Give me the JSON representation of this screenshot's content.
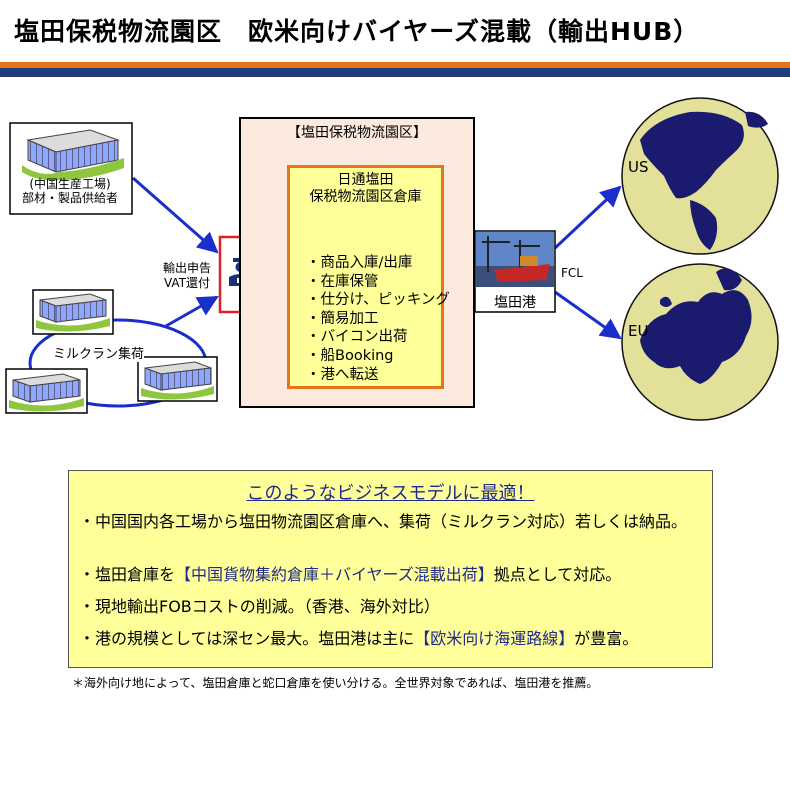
{
  "title": "塩田保税物流園区　欧米向けバイヤーズ混載（輸出HUB）",
  "factory": {
    "line1": "(中国生産工場)",
    "line2": "部材・製品供給者"
  },
  "milkrun_label": "ミルクラン集荷",
  "customs_label": {
    "line1": "輸出申告",
    "line2": "VAT還付"
  },
  "facility_title": "【塩田保税物流園区】",
  "warehouse": {
    "line1": "日通塩田",
    "line2": "保税物流園区倉庫",
    "services": [
      "・商品入庫/出庫",
      "・在庫保管",
      "・仕分け、ピッキング",
      "・簡易加工",
      "・バイコン出荷",
      "・船Booking",
      "・港へ転送"
    ]
  },
  "port_label": "塩田港",
  "fcl_label": "FCL",
  "destinations": {
    "us": "US",
    "eu": "EU"
  },
  "info": {
    "heading": "このようなビジネスモデルに最適！",
    "b1": "・中国国内各工場から塩田物流園区倉庫へ、集荷（ミルクラン対応）若しくは納品。",
    "b2_pre": "・塩田倉庫を",
    "b2_hl": "【中国貨物集約倉庫＋バイヤーズ混載出荷】",
    "b2_post": "拠点として対応。",
    "b3": "・現地輸出FOBコストの削減。（香港、海外対比）",
    "b4_pre": "・港の規模としては深セン最大。塩田港は主に",
    "b4_hl": "【欧米向け海運路線】",
    "b4_post": "が豊富。"
  },
  "footnote": "＊海外向け地によって、塩田倉庫と蛇口倉庫を使い分ける。全世界対象であれば、塩田港を推薦。",
  "colors": {
    "orange": "#e6741b",
    "navy": "#1f3d7a",
    "arrow": "#1a2ecc",
    "yellow": "#ffff99",
    "globe": "#e3e09a",
    "land": "#1a1a6e"
  }
}
